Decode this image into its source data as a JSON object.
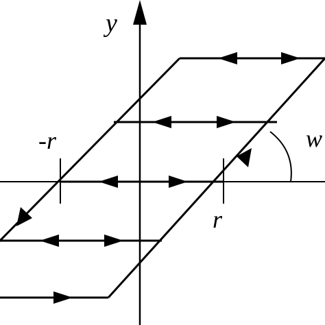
{
  "diagram": {
    "type": "hysteresis-loop",
    "axis_labels": {
      "y": "y"
    },
    "labels": {
      "neg_r": "-r",
      "pos_r": "r",
      "angle": "w"
    },
    "colors": {
      "line": "#000000",
      "background": "#ffffff"
    }
  }
}
